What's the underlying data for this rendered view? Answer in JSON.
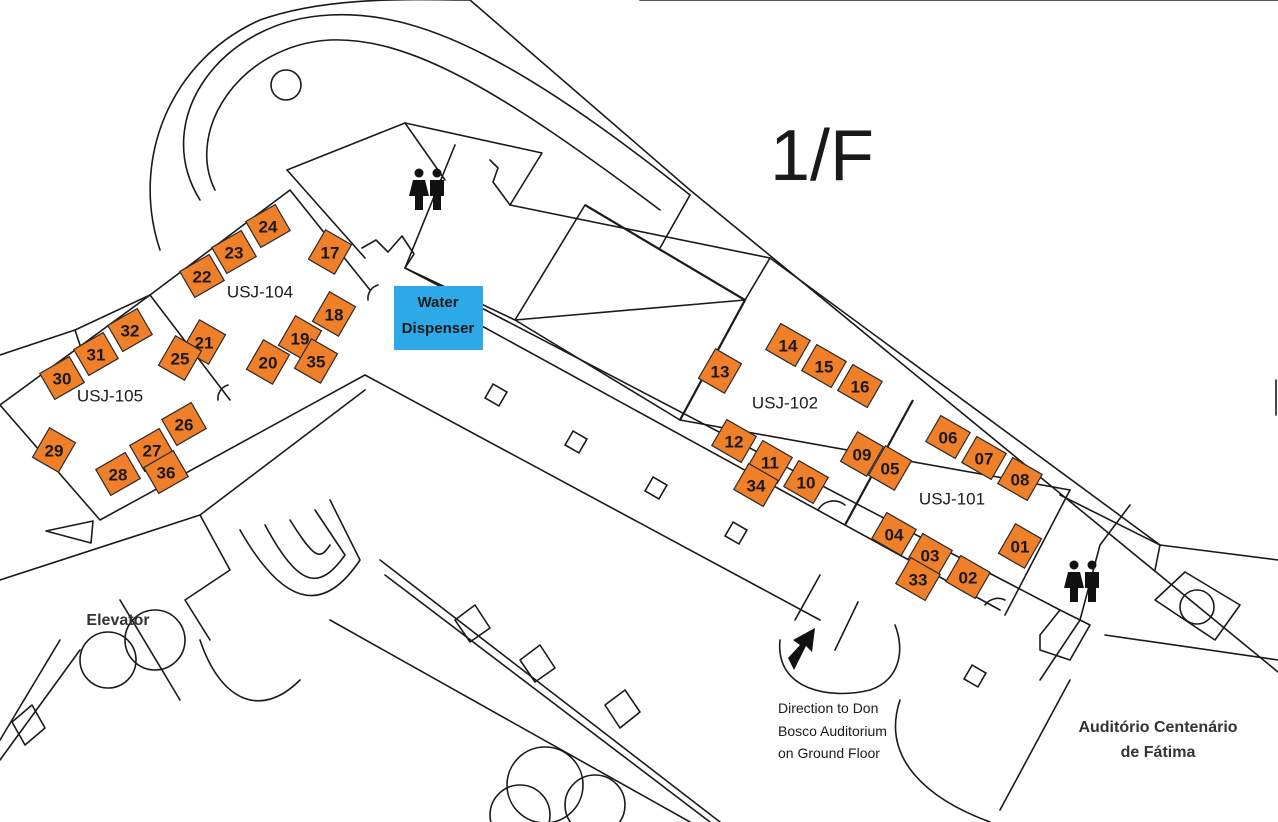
{
  "floor_label": "1/F",
  "colors": {
    "booth": "#f07f2a",
    "water": "#2ea9e8",
    "walls": "#1a1a1a"
  },
  "rooms": {
    "usj101": "USJ-101",
    "usj102": "USJ-102",
    "usj104": "USJ-104",
    "usj105": "USJ-105"
  },
  "water_dispenser": {
    "line1": "Water",
    "line2": "Dispenser"
  },
  "labels": {
    "elevator": "Elevator",
    "auditorium_line1": "Auditório Centenário",
    "auditorium_line2": "de Fátima",
    "direction_line1": "Direction to Don",
    "direction_line2": "Bosco Auditorium",
    "direction_line3": "on Ground Floor"
  },
  "icons": {
    "restroom": "restroom-icon",
    "arrow": "direction-arrow-icon",
    "elevator": "elevator-triangle-icon"
  },
  "booths": [
    "01",
    "02",
    "03",
    "04",
    "05",
    "06",
    "07",
    "08",
    "09",
    "10",
    "11",
    "12",
    "13",
    "14",
    "15",
    "16",
    "17",
    "18",
    "19",
    "20",
    "21",
    "22",
    "23",
    "24",
    "25",
    "26",
    "27",
    "28",
    "29",
    "30",
    "31",
    "32",
    "33",
    "34",
    "35",
    "36"
  ]
}
